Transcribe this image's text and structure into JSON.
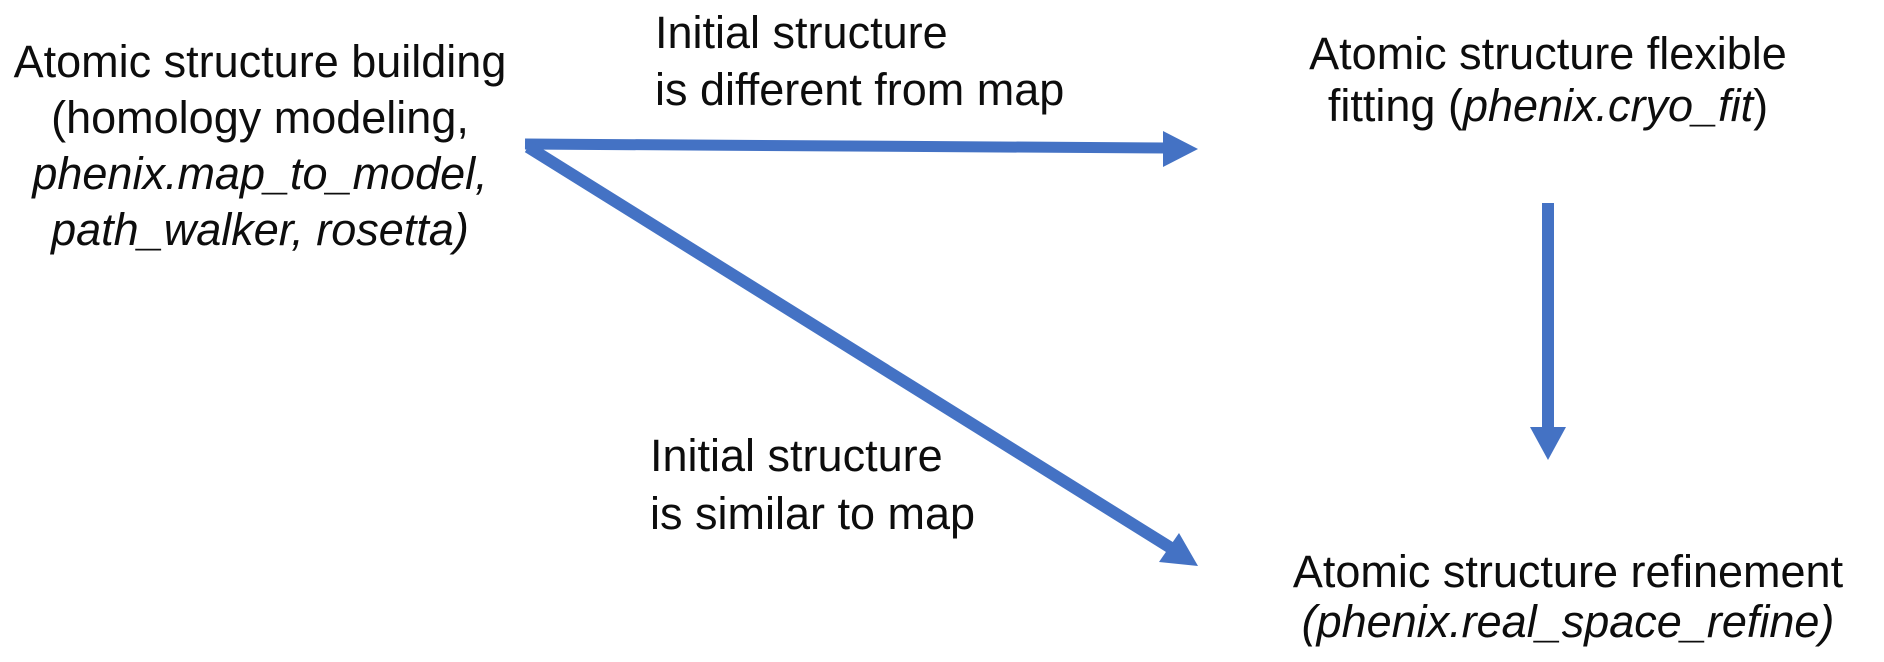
{
  "colors": {
    "arrow": "#4472C4",
    "text": "#0d0d0d",
    "background": "#ffffff"
  },
  "nodes": {
    "building": {
      "line1": "Atomic structure building",
      "line2": "(homology modeling,",
      "line3": "phenix.map_to_model,",
      "line4": "path_walker, rosetta)"
    },
    "flexible_fitting": {
      "line1": "Atomic structure flexible",
      "line2_prefix": "fitting (",
      "line2_program": "phenix.cryo_fit",
      "line2_suffix": ")"
    },
    "refinement": {
      "line1": "Atomic structure refinement",
      "line2": "(phenix.real_space_refine)"
    }
  },
  "edge_labels": {
    "different_from_map": {
      "line1": "Initial structure",
      "line2": "is different from map"
    },
    "similar_to_map": {
      "line1": "Initial structure",
      "line2": "is similar to map"
    }
  },
  "arrows": [
    {
      "name": "arrow-building-to-flexible-fitting",
      "direction": "right"
    },
    {
      "name": "arrow-building-to-refinement",
      "direction": "down-right"
    },
    {
      "name": "arrow-flexible-fitting-to-refinement",
      "direction": "down"
    }
  ]
}
